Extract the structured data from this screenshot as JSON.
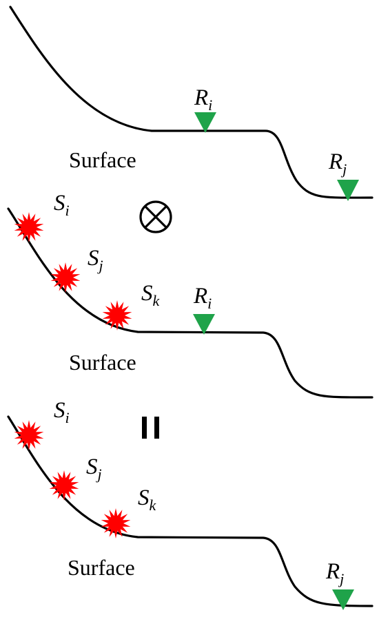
{
  "colors": {
    "curve": "#000000",
    "receiver": "#1fa34a",
    "source": "#ff0000",
    "background": "#ffffff"
  },
  "panels": [
    {
      "surface_label": "Surface",
      "receivers": [
        {
          "letter": "R",
          "sub": "i"
        },
        {
          "letter": "R",
          "sub": "j"
        }
      ],
      "sources": []
    },
    {
      "surface_label": "Surface",
      "receivers": [
        {
          "letter": "R",
          "sub": "i"
        }
      ],
      "sources": [
        {
          "letter": "S",
          "sub": "i"
        },
        {
          "letter": "S",
          "sub": "j"
        },
        {
          "letter": "S",
          "sub": "k"
        }
      ]
    },
    {
      "surface_label": "Surface",
      "receivers": [
        {
          "letter": "R",
          "sub": "j"
        }
      ],
      "sources": [
        {
          "letter": "S",
          "sub": "i"
        },
        {
          "letter": "S",
          "sub": "j"
        },
        {
          "letter": "S",
          "sub": "k"
        }
      ]
    }
  ],
  "operators": [
    {
      "icon": "circled-times-icon"
    },
    {
      "icon": "equals-icon",
      "glyph": "II"
    }
  ]
}
